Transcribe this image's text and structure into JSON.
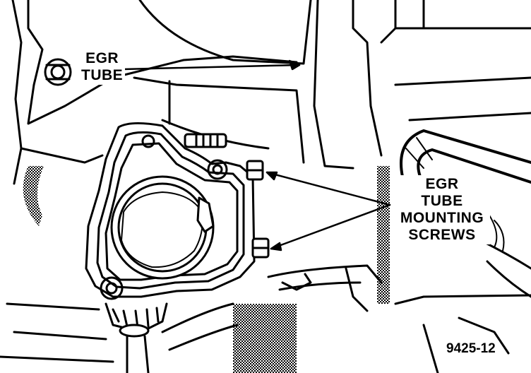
{
  "diagram": {
    "labels": {
      "egr_tube": [
        "EGR",
        "TUBE"
      ],
      "mounting_screws": [
        "EGR",
        "TUBE",
        "MOUNTING",
        "SCREWS"
      ]
    },
    "figure_number": "9425-12"
  }
}
